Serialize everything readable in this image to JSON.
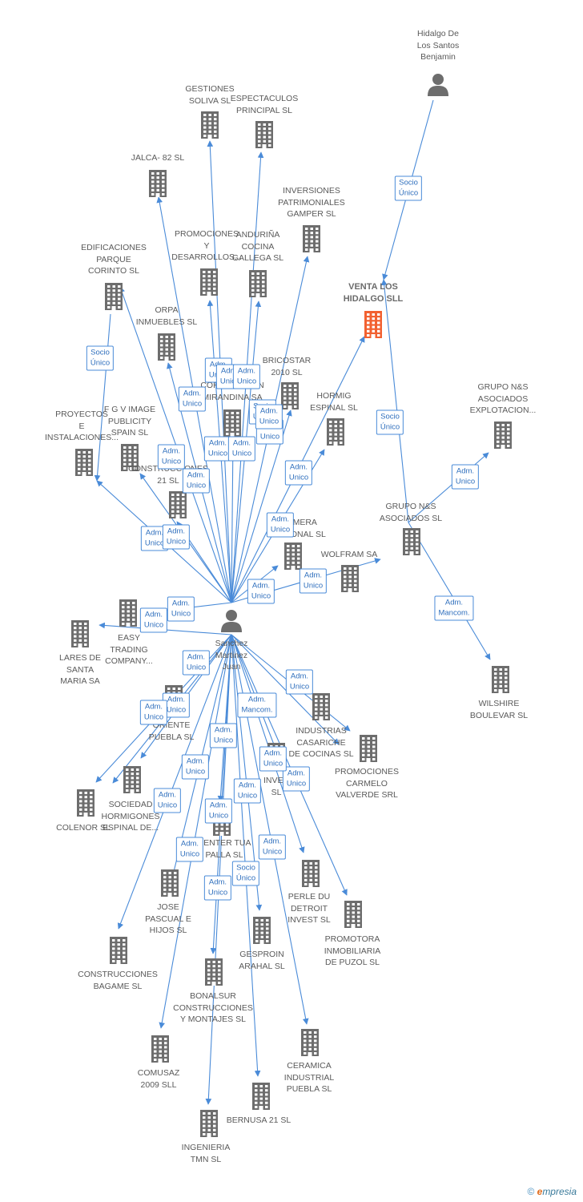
{
  "colors": {
    "edge": "#4a8bd8",
    "building": "#6d6d6d",
    "focus": "#f26131",
    "person": "#6d6d6d"
  },
  "nodes": [
    {
      "id": "hidalgo",
      "label": "Hidalgo De\nLos Santos\nBenjamin",
      "type": "person"
    },
    {
      "id": "venta",
      "label": "VENTA LOS\nHIDALGO SLL",
      "type": "focus"
    },
    {
      "id": "sanchez",
      "label": "Sanchez\nMartinez\nJuan",
      "type": "person"
    },
    {
      "id": "gestiones",
      "label": "GESTIONES\nSOLIVA SL",
      "type": "company"
    },
    {
      "id": "espectaculos",
      "label": "ESPECTACULOS\nPRINCIPAL SL",
      "type": "company"
    },
    {
      "id": "jalca",
      "label": "JALCA- 82 SL",
      "type": "company"
    },
    {
      "id": "inversiones",
      "label": "INVERSIONES\nPATRIMONIALES\nGAMPER SL",
      "type": "company"
    },
    {
      "id": "promociones_d",
      "label": "PROMOCIONES\nY\nDESARROLLOS...",
      "type": "company"
    },
    {
      "id": "anduriña",
      "label": "ANDURIÑA\nCOCINA\nGALLEGA SL",
      "type": "company"
    },
    {
      "id": "edificaciones",
      "label": "EDIFICACIONES\nPARQUE\nCORINTO SL",
      "type": "company"
    },
    {
      "id": "orpa",
      "label": "ORPA\nINMUEBLES SL",
      "type": "company"
    },
    {
      "id": "bricostar",
      "label": "BRICOSTAR\n2010 SL",
      "type": "company"
    },
    {
      "id": "corporacion",
      "label": "CORPORACION\nMIRANDINA SA",
      "type": "company"
    },
    {
      "id": "hormig",
      "label": "HORMIG\nESPINAL SL",
      "type": "company"
    },
    {
      "id": "grupo_exp",
      "label": "GRUPO N&S\nASOCIADOS\nEXPLOTACION...",
      "type": "company"
    },
    {
      "id": "proyectos",
      "label": "PROYECTOS\nE\nINSTALACIONES...",
      "type": "company"
    },
    {
      "id": "fgv",
      "label": "F G V IMAGE\nPUBLICITY\nSPAIN SL",
      "type": "company"
    },
    {
      "id": "construcc21",
      "label": "CONSTRUCCIONES\n21 SL",
      "type": "company"
    },
    {
      "id": "grupo_ns",
      "label": "GRUPO N&S\nASOCIADOS SL",
      "type": "company"
    },
    {
      "id": "primera",
      "label": "PRIMERA\nDIAGONAL SL",
      "type": "company"
    },
    {
      "id": "wolfram",
      "label": "WOLFRAM SA",
      "type": "company"
    },
    {
      "id": "easy",
      "label": "EASY\nTRADING\nCOMPANY...",
      "type": "company"
    },
    {
      "id": "lares",
      "label": "LARES DE\nSANTA\nMARIA SA",
      "type": "company"
    },
    {
      "id": "wilshire",
      "label": "WILSHIRE\nBOULEVAR SL",
      "type": "company"
    },
    {
      "id": "oriente",
      "label": "ORIENTE\nPUEBLA SL",
      "type": "company"
    },
    {
      "id": "industrias",
      "label": "INDUSTRIAS\nCASARICHE\nDE COCINAS SL",
      "type": "company"
    },
    {
      "id": "promociones_c",
      "label": "PROMOCIONES\nCARMELO\nVALVERDE SRL",
      "type": "company"
    },
    {
      "id": "sociedad",
      "label": "SOCIEDAD\nHORMIGONES\nESPINAL DE...",
      "type": "company"
    },
    {
      "id": "colenor",
      "label": "COLENOR SL",
      "type": "company"
    },
    {
      "id": "inver",
      "label": "INVER\nSL",
      "type": "company"
    },
    {
      "id": "centertua",
      "label": "CENTER TUA\nPALLA SL",
      "type": "company"
    },
    {
      "id": "perle",
      "label": "PERLE DU\nDETROIT\nINVEST SL",
      "type": "company"
    },
    {
      "id": "jose",
      "label": "JOSE\nPASCUAL E\nHIJOS SL",
      "type": "company"
    },
    {
      "id": "promotora",
      "label": "PROMOTORA\nINMOBILIARIA\nDE PUZOL SL",
      "type": "company"
    },
    {
      "id": "gesproin",
      "label": "GESPROIN\nARAHAL SL",
      "type": "company"
    },
    {
      "id": "construcc_bagame",
      "label": "CONSTRUCCIONES\nBAGAME SL",
      "type": "company"
    },
    {
      "id": "bonalsur",
      "label": "BONALSUR\nCONSTRUCCIONES\nY MONTAJES SL",
      "type": "company"
    },
    {
      "id": "ceramica",
      "label": "CERAMICA\nINDUSTRIAL\nPUEBLA SL",
      "type": "company"
    },
    {
      "id": "comusaz",
      "label": "COMUSAZ\n2009 SLL",
      "type": "company"
    },
    {
      "id": "bernusa",
      "label": "BERNUSA 21 SL",
      "type": "company"
    },
    {
      "id": "ingenieria",
      "label": "INGENIERIA\nTMN  SL",
      "type": "company"
    }
  ],
  "edges": [
    {
      "from": "hidalgo",
      "to": "venta",
      "label": "Socio\nÚnico"
    },
    {
      "from": "grupo_ns",
      "to": "venta",
      "label": "Socio\nÚnico"
    },
    {
      "from": "grupo_ns",
      "to": "grupo_exp",
      "label": "Adm.\nUnico"
    },
    {
      "from": "grupo_ns",
      "to": "wilshire",
      "label": "Adm.\nMancom."
    },
    {
      "from": "edificaciones",
      "to": "proyectos",
      "label": "Socio\nÚnico"
    },
    {
      "from": "sanchez",
      "to": "gestiones",
      "label": "Adm.\nUnico"
    },
    {
      "from": "sanchez",
      "to": "espectaculos",
      "label": "Adm.\nUnico"
    },
    {
      "from": "sanchez",
      "to": "jalca",
      "label": "Adm.\nUnico"
    },
    {
      "from": "sanchez",
      "to": "inversiones",
      "label": "Adm.\nUnico"
    },
    {
      "from": "sanchez",
      "to": "promociones_d",
      "label": "Adm.\nUnico"
    },
    {
      "from": "sanchez",
      "to": "anduriña",
      "label": "Adm.\nUnico"
    },
    {
      "from": "sanchez",
      "to": "edificaciones",
      "label": "Adm.\nUnico"
    },
    {
      "from": "sanchez",
      "to": "orpa",
      "label": "Adm.\nUnico"
    },
    {
      "from": "sanchez",
      "to": "bricostar",
      "label": "Socio\nÚnico"
    },
    {
      "from": "sanchez",
      "to": "corporacion",
      "label": "Adm.\nUnico"
    },
    {
      "from": "sanchez",
      "to": "hormig",
      "label": "Adm.\nUnico"
    },
    {
      "from": "sanchez",
      "to": "venta",
      "label": "Adm.\nUnico"
    },
    {
      "from": "sanchez",
      "to": "proyectos",
      "label": "Adm.\nUnico"
    },
    {
      "from": "sanchez",
      "to": "fgv",
      "label": "Adm.\nUnico"
    },
    {
      "from": "sanchez",
      "to": "construcc21",
      "label": "Adm.\nUnico"
    },
    {
      "from": "sanchez",
      "to": "primera",
      "label": "Adm.\nUnico"
    },
    {
      "from": "sanchez",
      "to": "wolfram",
      "label": "Adm.\nUnico"
    },
    {
      "from": "sanchez",
      "to": "easy",
      "label": "Adm.\nUnico"
    },
    {
      "from": "sanchez",
      "to": "lares",
      "label": "Adm.\nUnico"
    },
    {
      "from": "sanchez",
      "to": "oriente",
      "label": "Adm.\nUnico"
    },
    {
      "from": "sanchez",
      "to": "industrias",
      "label": "Adm.\nMancom."
    },
    {
      "from": "sanchez",
      "to": "promociones_c",
      "label": "Adm.\nUnico"
    },
    {
      "from": "sanchez",
      "to": "sociedad",
      "label": "Adm.\nUnico"
    },
    {
      "from": "sanchez",
      "to": "colenor",
      "label": "Adm.\nUnico"
    },
    {
      "from": "sanchez",
      "to": "inver",
      "label": "Adm.\nUnico"
    },
    {
      "from": "sanchez",
      "to": "centertua",
      "label": "Adm.\nUnico"
    },
    {
      "from": "sanchez",
      "to": "perle",
      "label": "Adm.\nUnico"
    },
    {
      "from": "sanchez",
      "to": "jose",
      "label": "Adm.\nUnico"
    },
    {
      "from": "sanchez",
      "to": "promotora",
      "label": "Adm.\nUnico"
    },
    {
      "from": "sanchez",
      "to": "gesproin",
      "label": "Socio\nÚnico"
    },
    {
      "from": "sanchez",
      "to": "construcc_bagame",
      "label": "Adm.\nUnico"
    },
    {
      "from": "sanchez",
      "to": "bonalsur",
      "label": "Adm.\nUnico"
    },
    {
      "from": "sanchez",
      "to": "ceramica",
      "label": "Adm.\nUnico"
    },
    {
      "from": "sanchez",
      "to": "comusaz",
      "label": "Adm.\nUnico"
    },
    {
      "from": "sanchez",
      "to": "bernusa",
      "label": "Adm.\nUnico"
    },
    {
      "from": "sanchez",
      "to": "ingenieria",
      "label": "Adm.\nUnico"
    }
  ],
  "logo": {
    "copyright": "©",
    "brand_initial": "e",
    "brand_rest": "mpresia"
  }
}
